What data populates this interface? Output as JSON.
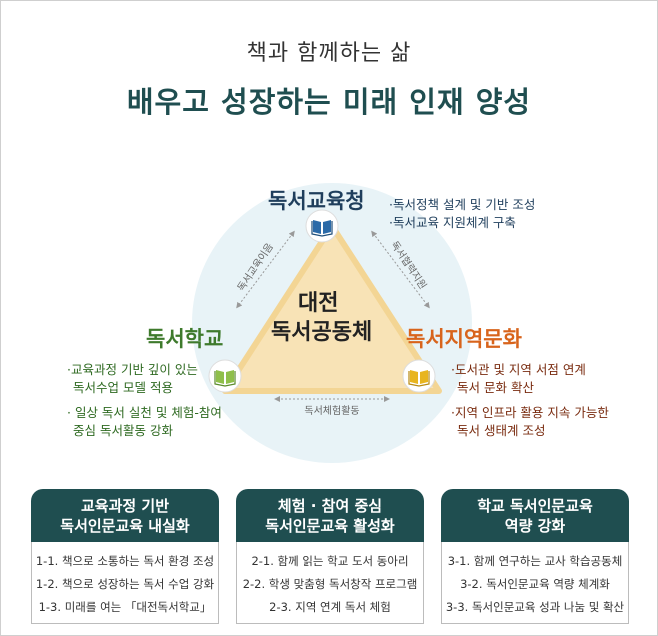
{
  "header": {
    "subtitle": "책과 함께하는 삶",
    "title": "배우고 성장하는 미래 인재 양성"
  },
  "diagram": {
    "center": {
      "line1": "대전",
      "line2": "독서공동체"
    },
    "top_node": {
      "label": "독서교육청",
      "color": "#1f3e5c",
      "bullets": [
        "·독서정책 설계 및 기반 조성",
        "·독서교육 지원체계 구축"
      ]
    },
    "left_node": {
      "label": "독서학교",
      "color": "#3e7a2c",
      "bullets": [
        "·교육과정 기반 깊이 있는",
        "독서수업 모델 적용",
        "· 일상 독서 실천 및 체험-참여",
        "중심 독서활동 강화"
      ]
    },
    "right_node": {
      "label": "독서지역문화",
      "color": "#d8641c",
      "bullets": [
        "·도서관 및 지역 서점 연계",
        "독서 문화 확산",
        "·지역 인프라 활용 지속 가능한",
        "독서 생태계 조성"
      ]
    },
    "edges": {
      "left": "독서교육이음",
      "right": "독서협력지원",
      "bottom": "독서체험활동"
    },
    "icons": [
      "book-icon-blue",
      "book-icon-green",
      "book-icon-orange"
    ]
  },
  "boxes": [
    {
      "title1": "교육과정 기반",
      "title2": "독서인문교육 내실화",
      "items": [
        "1-1. 책으로 소통하는 독서 환경 조성",
        "1-2. 책으로 성장하는 독서 수업 강화",
        "1-3. 미래를 여는 「대전독서학교」"
      ]
    },
    {
      "title1": "체험 · 참여 중심",
      "title2": "독서인문교육 활성화",
      "items": [
        "2-1. 함께 읽는 학교 도서 동아리",
        "2-2. 학생 맞춤형 독서창작 프로그램",
        "2-3. 지역 연계 독서 체험"
      ]
    },
    {
      "title1": "학교 독서인문교육",
      "title2": "역량 강화",
      "items": [
        "3-1. 함께 연구하는 교사 학습공동체",
        "3-2. 독서인문교육 역량 체계화",
        "3-3. 독서인문교육 성과 나눔 및 확산"
      ]
    }
  ],
  "colors": {
    "circle": "#e8f3f7",
    "triangle": "#f8e3b6",
    "box_header": "#1f4e50"
  }
}
